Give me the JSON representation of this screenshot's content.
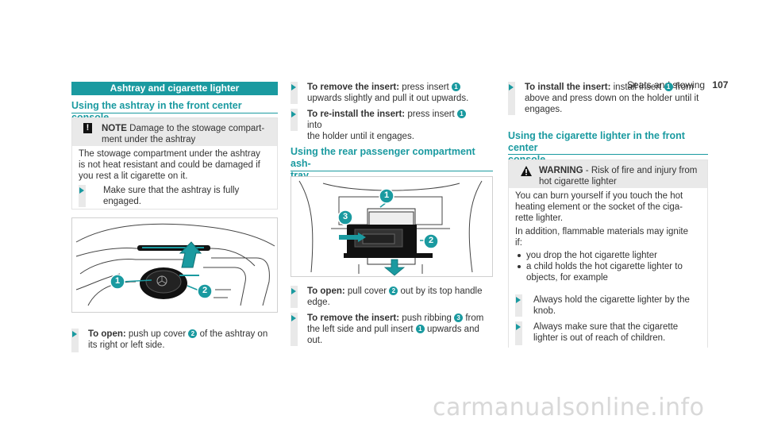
{
  "header": {
    "section": "Seats and stowing",
    "page": "107"
  },
  "col1": {
    "banner": "Ashtray and cigarette lighter",
    "subtitle": "Using the ashtray in the front center console",
    "note": {
      "label": "NOTE",
      "lead": "Damage to the stowage compart-",
      "lead2": "ment under the ashtray",
      "body": [
        "The stowage compartment under the ashtray",
        "is not heat resistant and could be damaged if",
        "you rest a lit cigarette on it."
      ],
      "step1": "Make sure that the ashtray is fully",
      "step2": "engaged."
    },
    "step": {
      "bold": "To open:",
      "t1": "push up cover",
      "n": "2",
      "t2": "of the ashtray on",
      "t3": "its right or left side."
    }
  },
  "col2": {
    "steps_top": [
      {
        "bold": "To remove the insert:",
        "t1": "press insert",
        "n": "1",
        "t2": "",
        "t3": "upwards slightly and pull it out upwards."
      },
      {
        "bold": "To re-install the insert:",
        "t1": "press insert",
        "n": "1",
        "t2": "into",
        "t3": "the holder until it engages."
      }
    ],
    "subtitle1": "Using the rear passenger compartment ash-",
    "subtitle2": "tray",
    "steps_bottom": [
      {
        "bold": "To open:",
        "t1": "pull cover",
        "n": "2",
        "t2": "out by its top handle",
        "t3": "edge."
      },
      {
        "bold": "To remove the insert:",
        "t1": "push ribbing",
        "n": "3",
        "t2": "from",
        "t3": "the left side and pull insert",
        "n2": "1",
        "t4": "upwards and",
        "t5": "out."
      }
    ]
  },
  "col3": {
    "step": {
      "bold": "To install the insert:",
      "t1": "install insert",
      "n": "1",
      "t2": "from",
      "t3": "above and press down on the holder until it",
      "t4": "engages."
    },
    "subtitle1": "Using the cigarette lighter in the front center",
    "subtitle2": "console",
    "warning": {
      "label": "WARNING",
      "lead": " - Risk of fire and injury from",
      "lead2": "hot cigarette lighter",
      "p1": [
        "You can burn yourself if you touch the hot",
        "heating element or the socket of the ciga-",
        "rette lighter."
      ],
      "p2": [
        "In addition, flammable materials may ignite",
        "if:"
      ],
      "bullets": [
        "you drop the hot cigarette lighter",
        "a child holds the hot cigarette lighter to",
        "objects, for example"
      ],
      "step1": [
        "Always hold the cigarette lighter by the",
        "knob."
      ],
      "step2": [
        "Always make sure that the cigarette",
        "lighter is out of reach of children."
      ]
    }
  },
  "figure_labels": {
    "one": "1",
    "two": "2",
    "three": "3"
  },
  "watermark": "carmanualsonline.info"
}
